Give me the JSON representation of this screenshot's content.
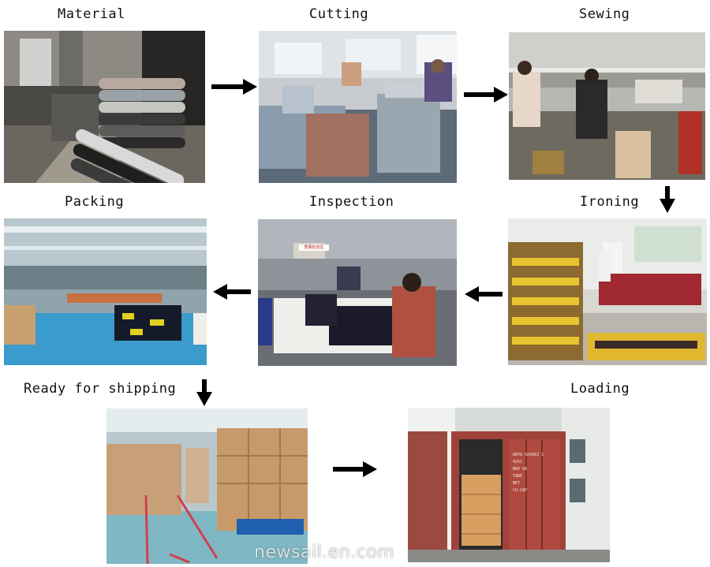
{
  "steps": {
    "material": "Material",
    "cutting": "Cutting",
    "sewing": "Sewing",
    "ironing": "Ironing",
    "inspection": "Inspection",
    "packing": "Packing",
    "ready": "Ready for shipping",
    "loading": "Loading"
  },
  "inspection_sign": "质量检验区",
  "container_codes": [
    "DRYU 425663 1",
    "4251",
    "MAX GR",
    "TARE",
    "NET",
    "CU.CAP"
  ],
  "watermark": "newsail.en.com"
}
